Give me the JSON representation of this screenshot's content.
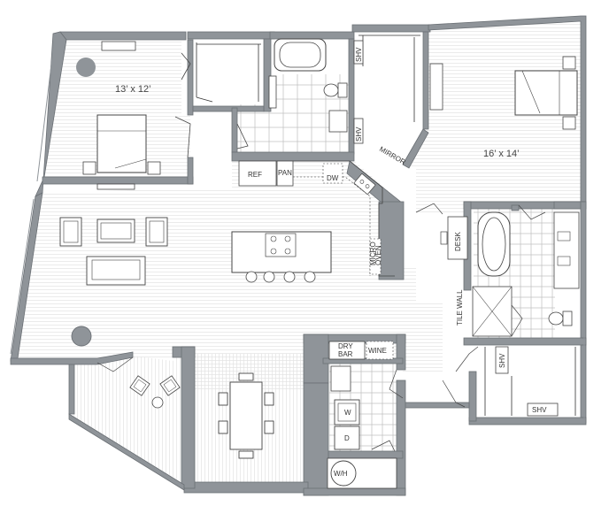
{
  "rooms": {
    "bedroom2_size": "13’ x 12’",
    "master_size": "16’ x 14’"
  },
  "fixtures": {
    "ref": "REF",
    "pan": "PAN",
    "dw": "DW",
    "shv_top1": "SHV",
    "shv_top2": "SHV",
    "mirror": "MIRROR",
    "desk": "DESK",
    "tile_wall": "TILE WALL",
    "shv_closet1": "SHV",
    "shv_closet2": "SHV",
    "dry_bar": "DRY BAR",
    "wine": "WINE",
    "washer": "W",
    "dryer": "D",
    "water_heater": "W/H",
    "oven": "OVEN",
    "micro": "MICRO"
  },
  "colors": {
    "wall": "#8f9499",
    "wall_stroke": "#6b7075",
    "floor_line": "#e6e6e6",
    "tile": "#b5b5b5"
  }
}
